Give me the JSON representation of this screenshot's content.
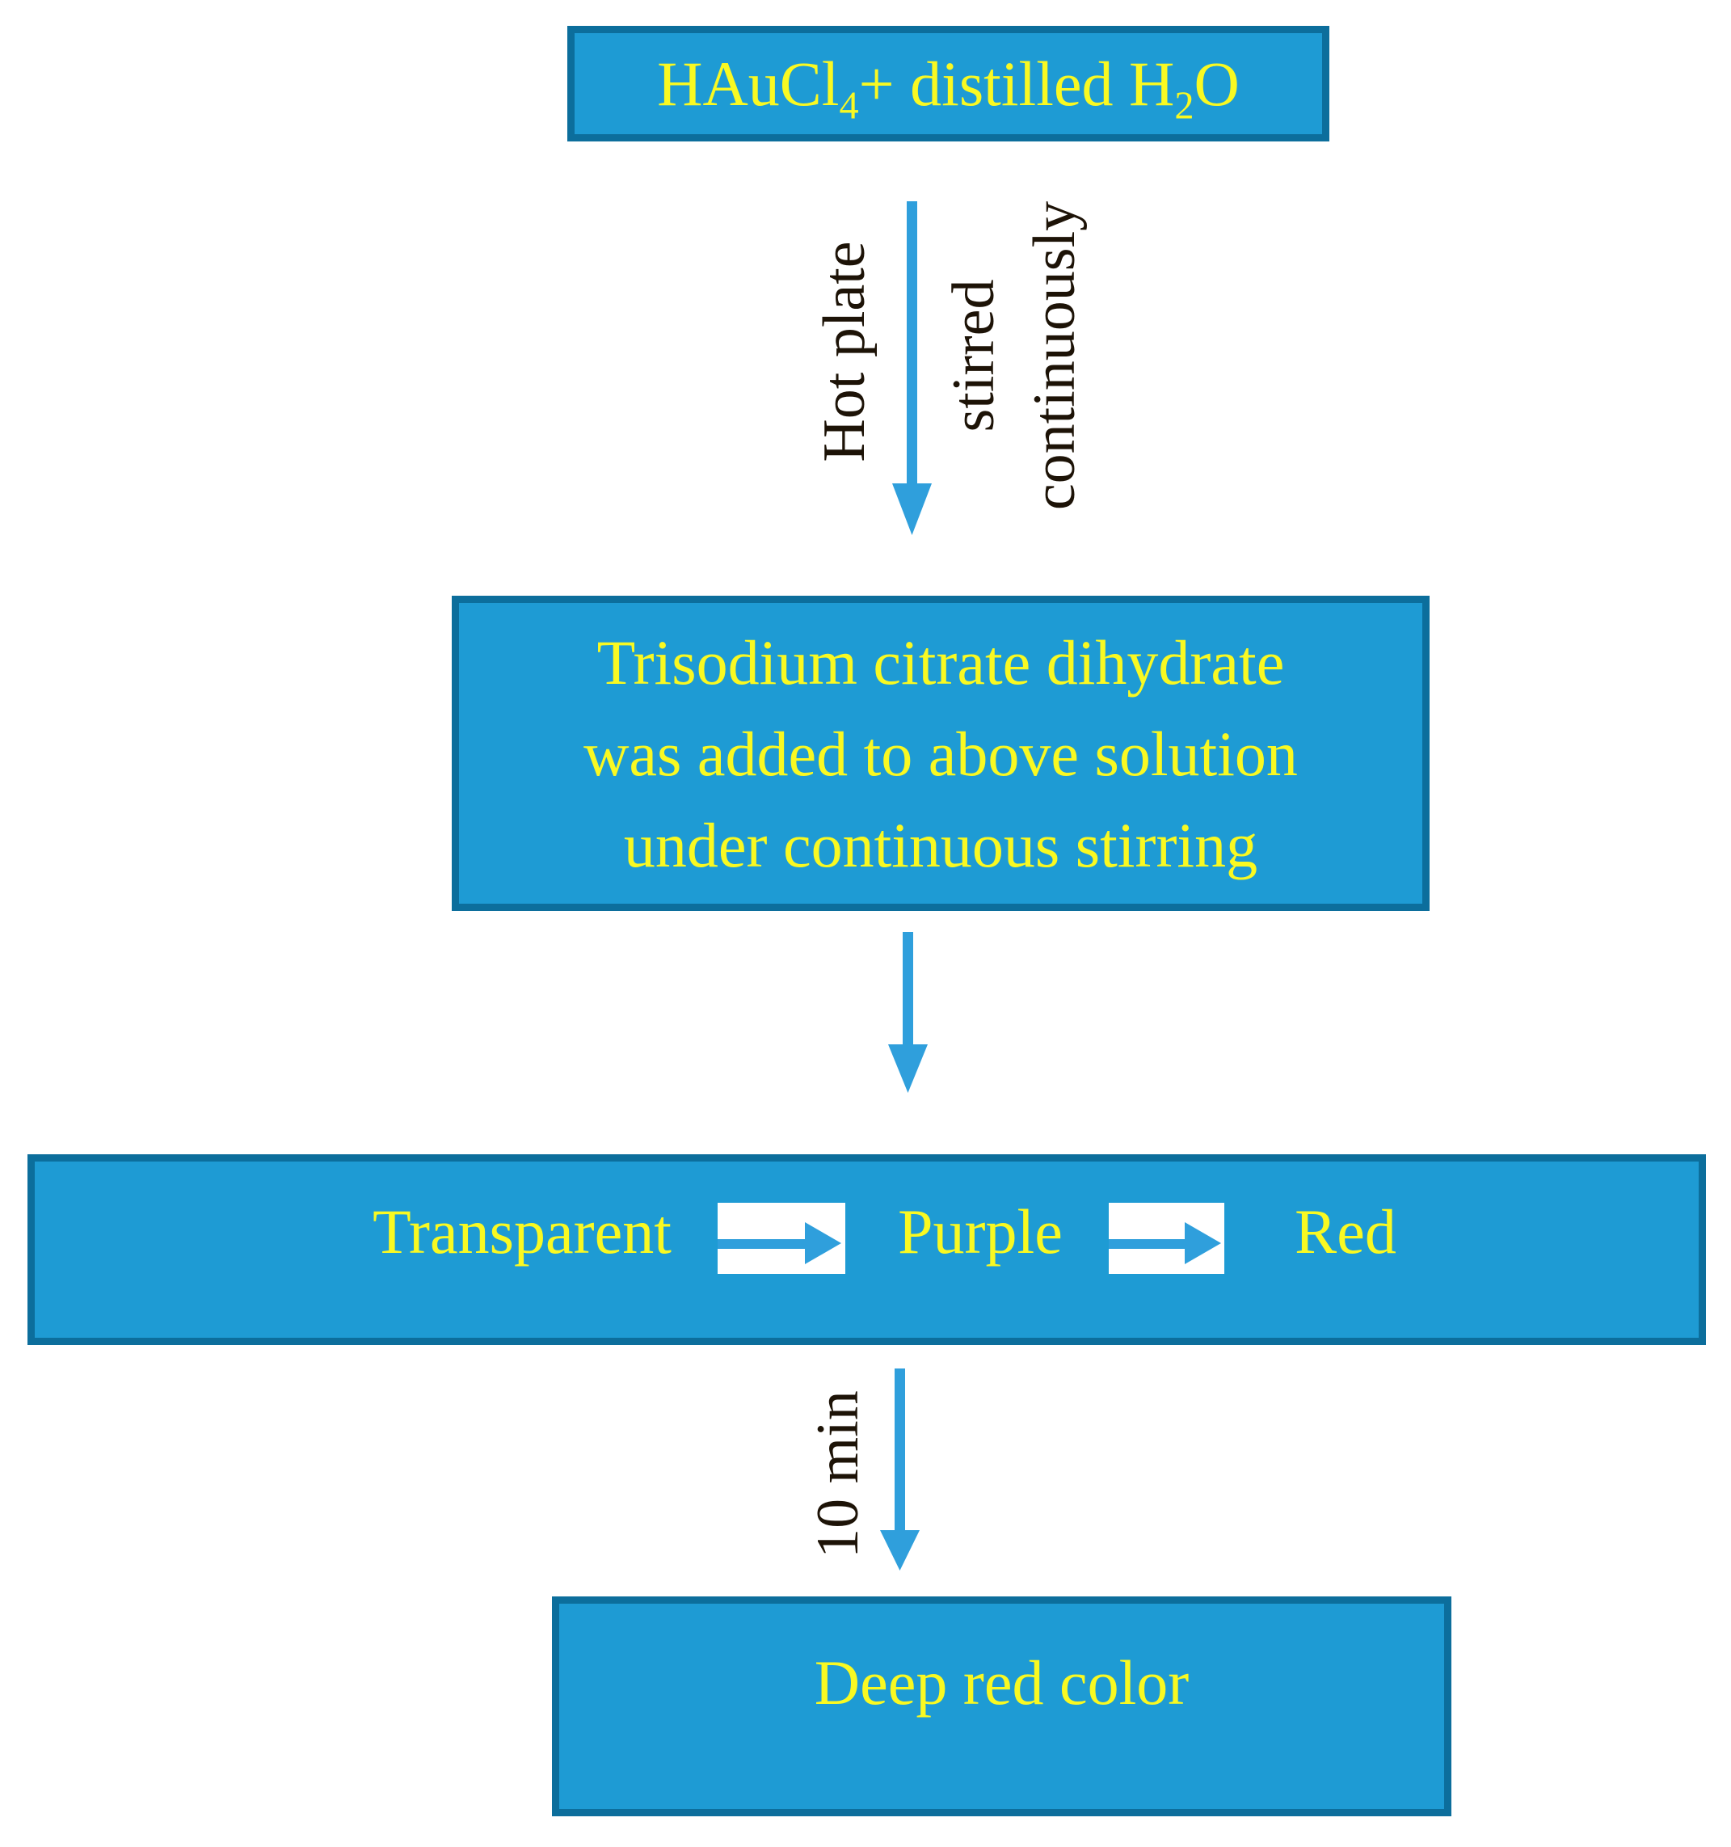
{
  "colors": {
    "box_fill": "#1E9BD4",
    "box_border": "#0C6E9C",
    "arrow_blue": "#2F9FDC",
    "text_yellow": "#F9F922",
    "label_dark": "#1D1307",
    "canvas_bg": "#FFFFFF"
  },
  "nodes": {
    "reactants": {
      "text_parts": [
        "HAuCl",
        "4",
        "+ distilled H",
        "2",
        "O"
      ]
    },
    "process": {
      "lines": [
        "Trisodium citrate dihydrate",
        "was added to above solution",
        "under continuous stirring"
      ]
    },
    "color_change": {
      "stages": [
        "Transparent",
        "Purple",
        "Red"
      ]
    },
    "result": {
      "label": "Deep red color"
    }
  },
  "edges": {
    "step1": {
      "left_label": "Hot plate",
      "right_label_lines": [
        "stirred",
        "continuously"
      ]
    },
    "step3": {
      "label": "10 min"
    }
  },
  "icons": {
    "down_arrow": "▼",
    "right_arrow": "►"
  }
}
